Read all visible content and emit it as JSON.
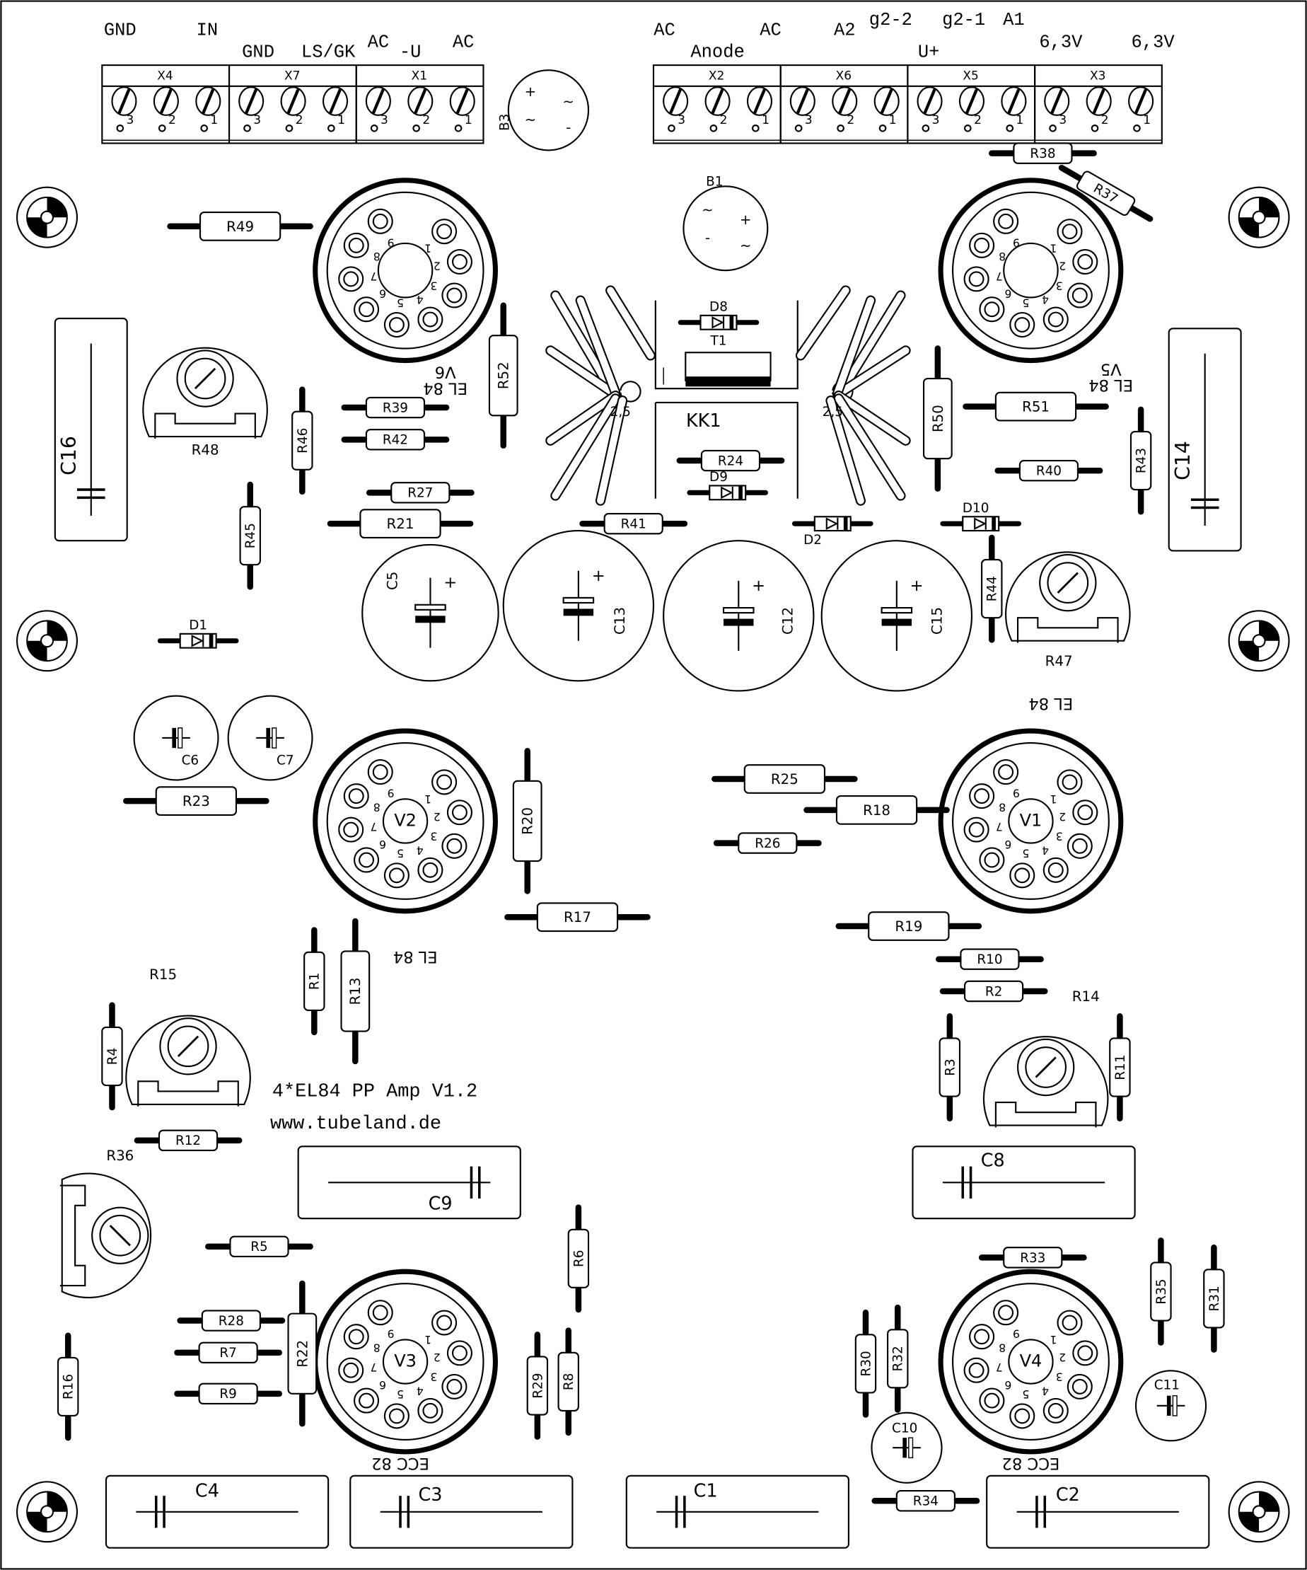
{
  "signal_labels": [
    "GND",
    "IN",
    "GND",
    "LS/GK",
    "AC",
    "-U",
    "AC",
    "AC",
    "Anode",
    "AC",
    "A2",
    "g2-2",
    "g2-1",
    "A1",
    "U+",
    "6,3V",
    "6,3V"
  ],
  "terminals": [
    "X4",
    "X7",
    "X1",
    "X2",
    "X6",
    "X5",
    "X3"
  ],
  "terminal_pin_numbers": [
    "3",
    "2",
    "1"
  ],
  "tubes": [
    {
      "ref": "V6",
      "type": "EL 84"
    },
    {
      "ref": "V5",
      "type": "EL 84"
    },
    {
      "ref": "V2",
      "type": "EL 84"
    },
    {
      "ref": "V1",
      "type": "EL 84"
    },
    {
      "ref": "V3",
      "type": "ECC 82"
    },
    {
      "ref": "V4",
      "type": "ECC 82"
    }
  ],
  "tube_pin_numbers": [
    "1",
    "2",
    "3",
    "4",
    "5",
    "6",
    "7",
    "8",
    "9"
  ],
  "resistors": [
    "R49",
    "R52",
    "R39",
    "R42",
    "R46",
    "R27",
    "R21",
    "R45",
    "R41",
    "R24",
    "R50",
    "R51",
    "R40",
    "R43",
    "R38",
    "R37",
    "R44",
    "R25",
    "R18",
    "R26",
    "R23",
    "R20",
    "R17",
    "R19",
    "R10",
    "R2",
    "R1",
    "R13",
    "R4",
    "R3",
    "R11",
    "R12",
    "R5",
    "R6",
    "R28",
    "R7",
    "R9",
    "R22",
    "R29",
    "R8",
    "R16",
    "R30",
    "R32",
    "R33",
    "R35",
    "R31",
    "R34"
  ],
  "potentiometers": [
    "R48",
    "R47",
    "R15",
    "R14",
    "R36"
  ],
  "electrolytic_caps": [
    "C5",
    "C13",
    "C12",
    "C15"
  ],
  "small_caps": [
    "C6",
    "C7",
    "C10",
    "C11"
  ],
  "film_caps": [
    "C16",
    "C14",
    "C9",
    "C8",
    "C4",
    "C3",
    "C1",
    "C2"
  ],
  "diodes": [
    "D8",
    "D9",
    "D10",
    "D2",
    "D1"
  ],
  "rectifiers": [
    {
      "ref": "B1",
      "pins": [
        "~",
        "+",
        "-",
        "~"
      ]
    },
    {
      "ref": "B3",
      "pins": [
        "+",
        "~",
        "~",
        "-"
      ]
    }
  ],
  "heatsink": {
    "ref": "KK1",
    "transistor": "T1",
    "holes": [
      "2,5",
      "2,5"
    ]
  },
  "footer": {
    "title": "4*EL84 PP Amp V1.2",
    "url": "www.tubeland.de"
  }
}
